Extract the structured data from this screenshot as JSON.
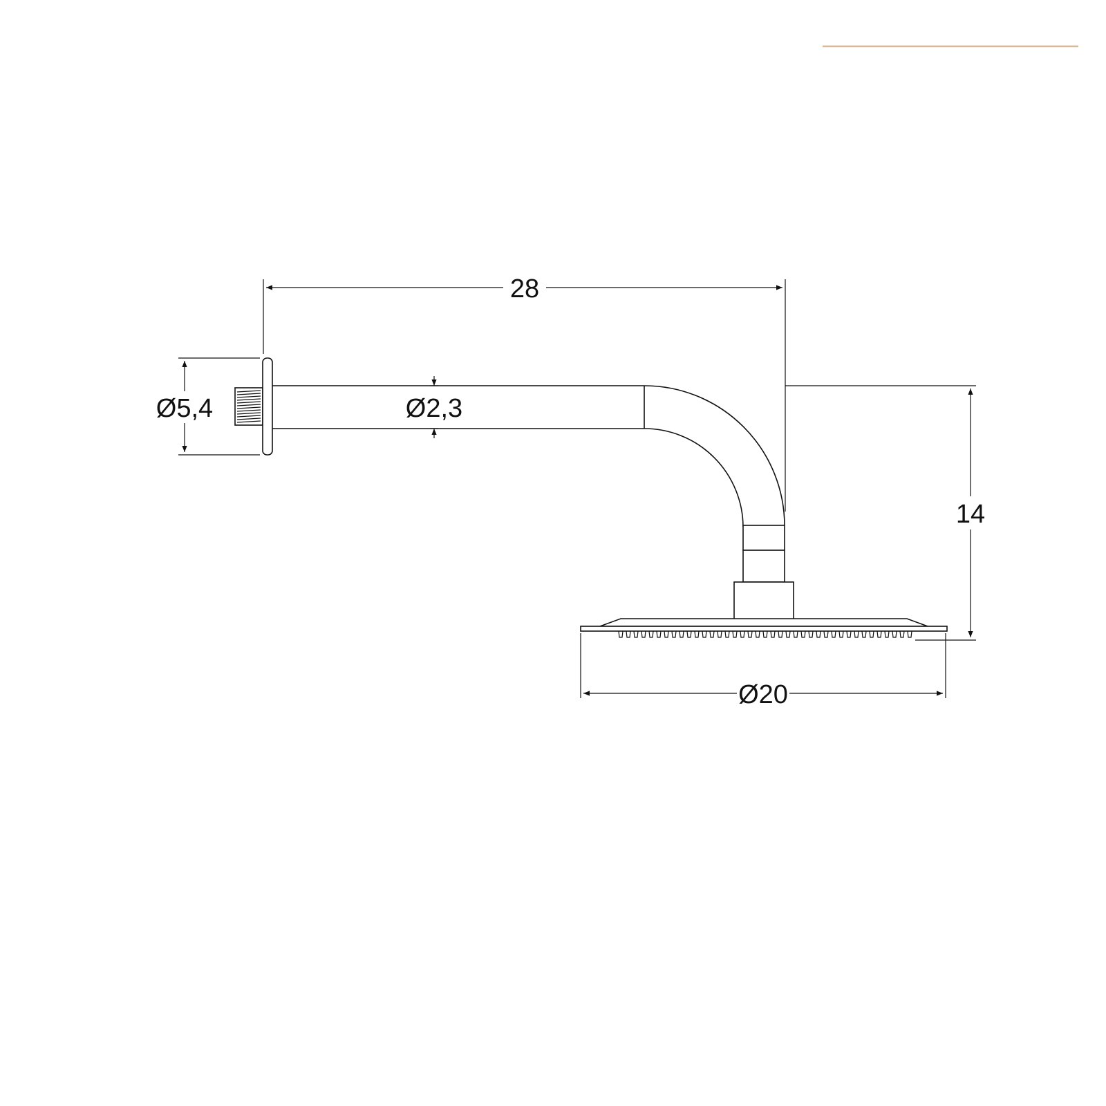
{
  "accent_color": "#d6b999",
  "line_color": "#111111",
  "dimensions": {
    "length": "28",
    "height": "14",
    "flange_diameter": "Ø5,4",
    "pipe_diameter": "Ø2,3",
    "head_diameter": "Ø20"
  }
}
